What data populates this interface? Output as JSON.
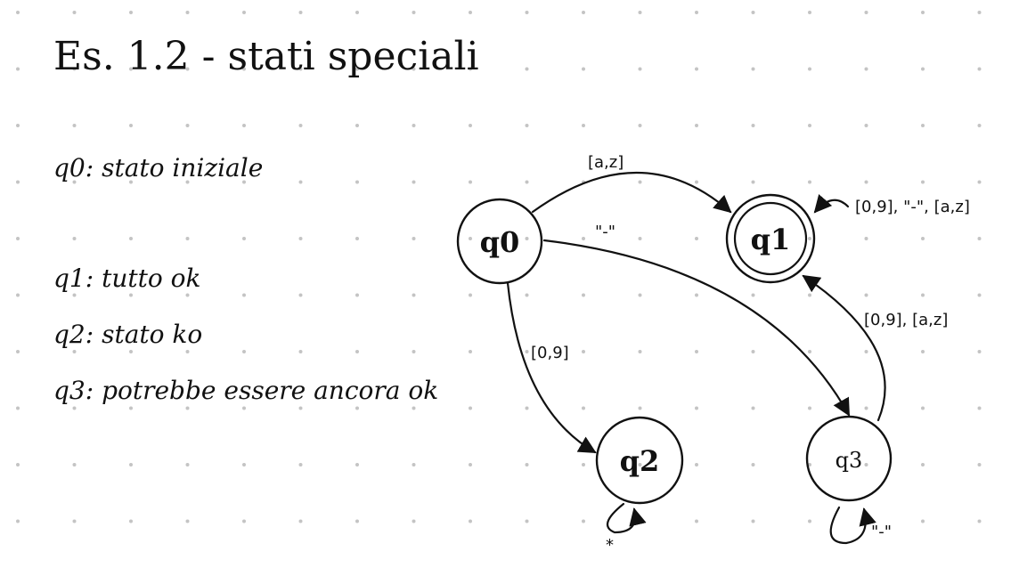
{
  "title": "Es. 1.2 - stati speciali",
  "notes": [
    "q0: stato iniziale",
    "q1: tutto ok",
    "q2: stato ko",
    "q3: potrebbe essere ancora ok"
  ],
  "states": [
    {
      "id": "q0",
      "label": "q0",
      "accepting": false
    },
    {
      "id": "q1",
      "label": "q1",
      "accepting": true
    },
    {
      "id": "q2",
      "label": "q2",
      "accepting": false
    },
    {
      "id": "q3",
      "label": "q3",
      "accepting": false
    }
  ],
  "transitions": [
    {
      "from": "q0",
      "to": "q1",
      "label": "[a,z]"
    },
    {
      "from": "q1",
      "to": "q1",
      "label": "[0,9], \"-\", [a,z]"
    },
    {
      "from": "q0",
      "to": "q3",
      "label": "\"-\""
    },
    {
      "from": "q3",
      "to": "q1",
      "label": "[0,9], [a,z]"
    },
    {
      "from": "q0",
      "to": "q2",
      "label": "[0,9]"
    },
    {
      "from": "q2",
      "to": "q2",
      "label": "*"
    },
    {
      "from": "q3",
      "to": "q3",
      "label": "\"-\""
    }
  ]
}
